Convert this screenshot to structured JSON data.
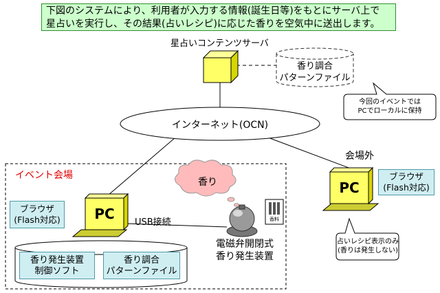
{
  "banner": {
    "line1": "下図のシステムにより、利用者が入力する情報(誕生日等)をもとにサーバ上で",
    "line2": "星占いを実行し、その結果(占いレシピ)に応じた香りを空気中に送出します。"
  },
  "server": {
    "label": "星占いコンテンツサーバ"
  },
  "server_file": {
    "line1": "香り調合",
    "line2": "パターンファイル"
  },
  "server_note": {
    "line1": "今回のイベントでは",
    "line2": "PCでローカルに保持"
  },
  "internet": {
    "label": "インターネット(OCN)"
  },
  "event": {
    "title": "イベント会場",
    "pc_label": "PC",
    "browser_line1": "ブラウザ",
    "browser_line2": "(Flash対応)",
    "usb_label": "USB接続",
    "aroma_cloud": "香り",
    "cartridge_label": "香料",
    "device_line1": "電磁弁開閉式",
    "device_line2": "香り発生装置",
    "soft_line1": "香り発生装置",
    "soft_line2": "制御ソフト",
    "file_line1": "香り調合",
    "file_line2": "パターンファイル"
  },
  "outside": {
    "title": "会場外",
    "pc_label": "PC",
    "browser_line1": "ブラウザ",
    "browser_line2": "(Flash対応)",
    "note_line1": "占いレシピ表示のみ",
    "note_line2": "(香りは発生しない)"
  },
  "colors": {
    "banner_bg": "#ccffcc",
    "pc_yellow": "#ffff66",
    "note_cyan": "#cfeef2",
    "aroma_pink": "#ffbbbb",
    "event_title_red": "#e00000"
  }
}
